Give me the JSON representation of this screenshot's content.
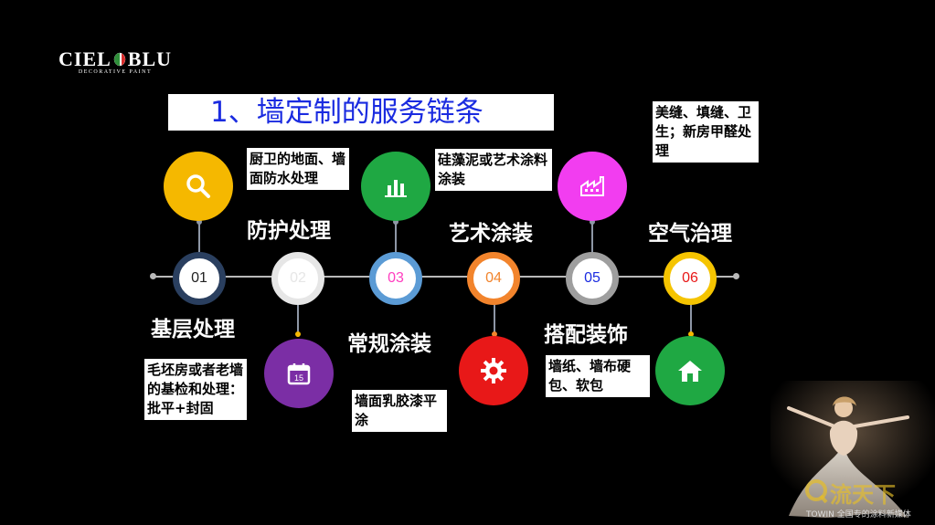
{
  "logo": {
    "brand": "CIEL BLU",
    "subtitle": "DECORATIVE PAINT",
    "accent_colors": [
      "#d92b2b",
      "#2f8f3a"
    ]
  },
  "title": "1、墙定制的服务链条",
  "steps": [
    {
      "num": "01",
      "label": "基层处理",
      "icon": "search-icon",
      "icon_color": "#f5b800",
      "num_color": "#222222",
      "note": "毛坯房或者老墙的基检和处理：批平+封固"
    },
    {
      "num": "02",
      "label": "防护处理",
      "icon": "calendar-icon",
      "icon_color": "#7b2ea5",
      "icon_text": "15",
      "num_color": "#e6e6e6",
      "note": "厨卫的地面、墙面防水处理"
    },
    {
      "num": "03",
      "label": "常规涂装",
      "icon": "bar-chart-icon",
      "icon_color": "#1fa843",
      "num_color": "#ff3dbf",
      "note": "墙面乳胶漆平涂"
    },
    {
      "num": "04",
      "label": "艺术涂装",
      "icon": "gear-icon",
      "icon_color": "#e81818",
      "num_color": "#f2842c",
      "note": "硅藻泥或艺术涂料涂装"
    },
    {
      "num": "05",
      "label": "搭配装饰",
      "icon": "factory-icon",
      "icon_color": "#f23df0",
      "num_color": "#1a2be0",
      "note": "墙纸、墙布硬包、软包"
    },
    {
      "num": "06",
      "label": "空气治理",
      "icon": "home-icon",
      "icon_color": "#1fa843",
      "num_color": "#e81818",
      "note": "美缝、填缝、卫生；新房甲醛处理"
    }
  ],
  "watermark": {
    "text": "流天下",
    "sub": "TOWIN 全国专的涂料新媒体"
  }
}
